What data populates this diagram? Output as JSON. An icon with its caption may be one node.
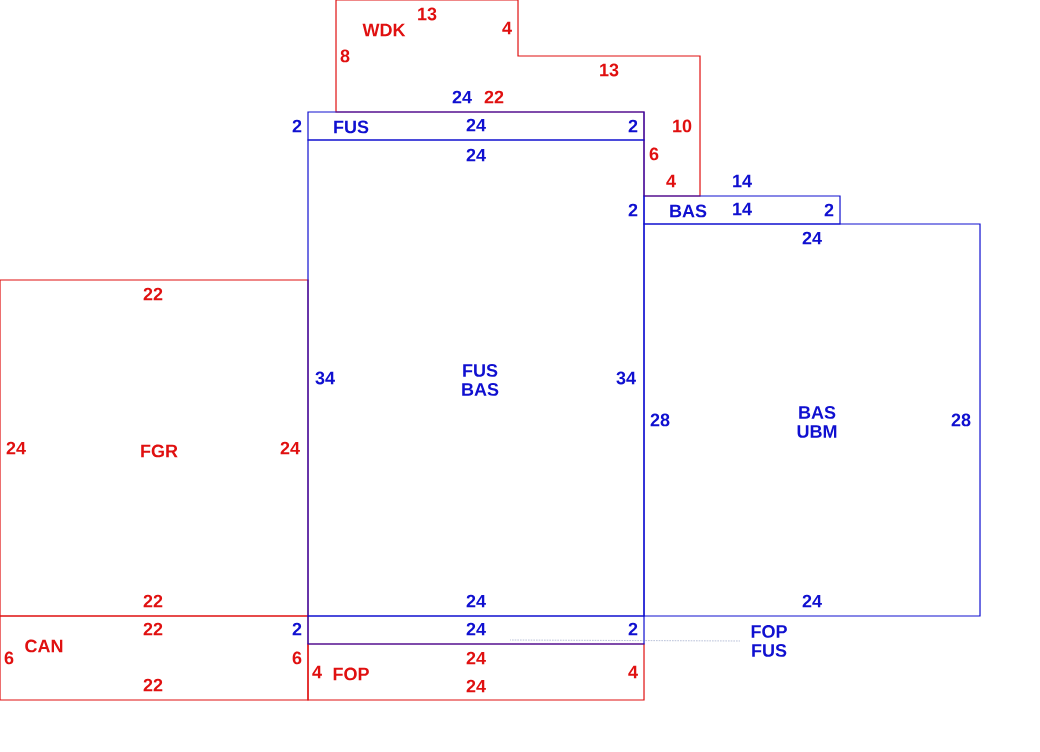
{
  "diagram": {
    "nodes": [
      {
        "text": [
          "WDK"
        ]
      },
      {
        "text": [
          "FUS"
        ]
      },
      {
        "text": [
          "FUS BAS"
        ]
      },
      {
        "text": [
          "BAS"
        ]
      },
      {
        "text": [
          "BAS UBM"
        ]
      },
      {
        "text": [
          "FGR"
        ]
      },
      {
        "text": [
          "CAN"
        ]
      },
      {
        "text": [],
        "shape": "box"
      },
      {
        "text": [
          "FOP FUS"
        ]
      },
      {
        "text": [
          "FOP"
        ]
      }
    ],
    "edges": [
      {
        "from": 8,
        "to": 7,
        "arrow": "none",
        "style": "dashed"
      }
    ],
    "labels": [
      "13",
      "4",
      "8",
      "13",
      "24",
      "22",
      "2",
      "24",
      "2",
      "10",
      "24",
      "6",
      "4",
      "14",
      "2",
      "14",
      "2",
      "24",
      "22",
      "34",
      "34",
      "28",
      "28",
      "24",
      "24",
      "22",
      "24",
      "24",
      "22",
      "2",
      "24",
      "2",
      "6",
      "6",
      "4",
      "24",
      "4",
      "22",
      "24"
    ]
  }
}
